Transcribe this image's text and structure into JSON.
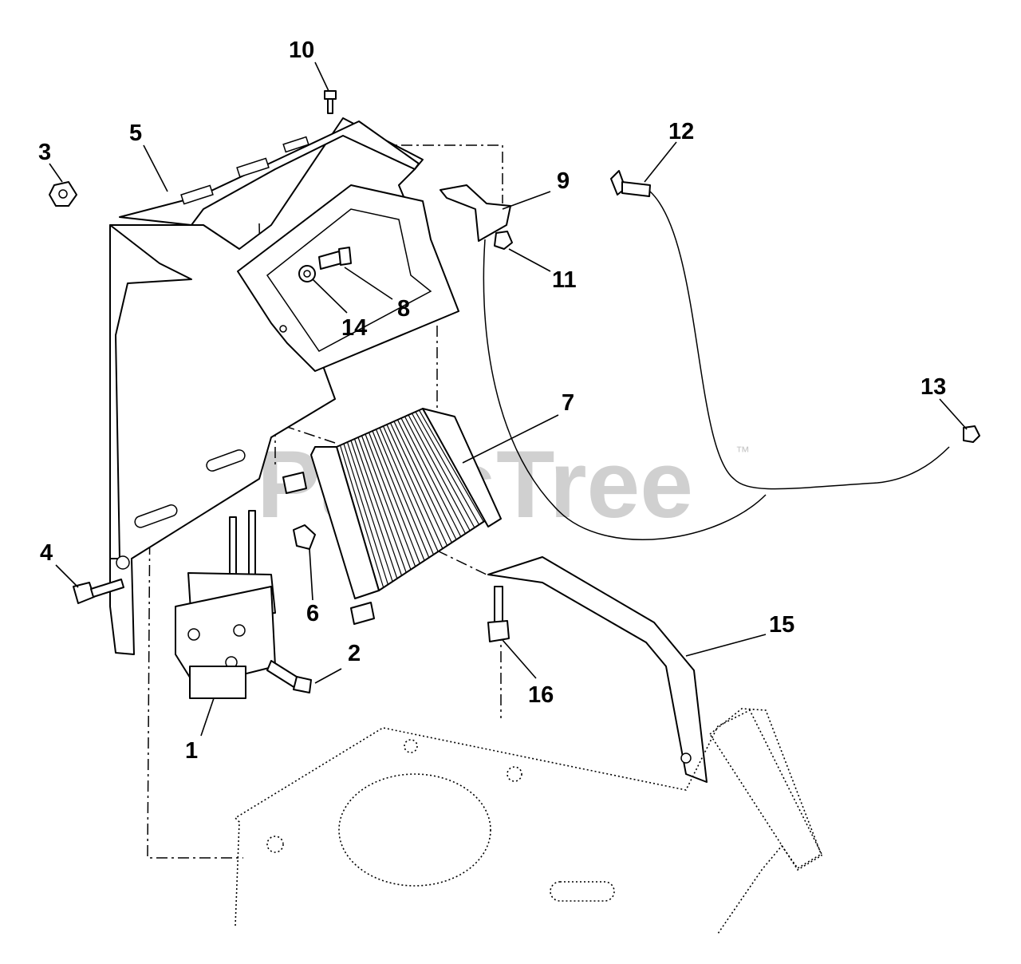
{
  "watermark": {
    "text": "PartsTree",
    "trademark": "™"
  },
  "callouts": [
    {
      "id": "1",
      "label": "1"
    },
    {
      "id": "2",
      "label": "2"
    },
    {
      "id": "3",
      "label": "3"
    },
    {
      "id": "4",
      "label": "4"
    },
    {
      "id": "5",
      "label": "5"
    },
    {
      "id": "6",
      "label": "6"
    },
    {
      "id": "7",
      "label": "7"
    },
    {
      "id": "8",
      "label": "8"
    },
    {
      "id": "9",
      "label": "9"
    },
    {
      "id": "10",
      "label": "10"
    },
    {
      "id": "11",
      "label": "11"
    },
    {
      "id": "12",
      "label": "12"
    },
    {
      "id": "13",
      "label": "13"
    },
    {
      "id": "14",
      "label": "14"
    },
    {
      "id": "15",
      "label": "15"
    },
    {
      "id": "16",
      "label": "16"
    }
  ]
}
